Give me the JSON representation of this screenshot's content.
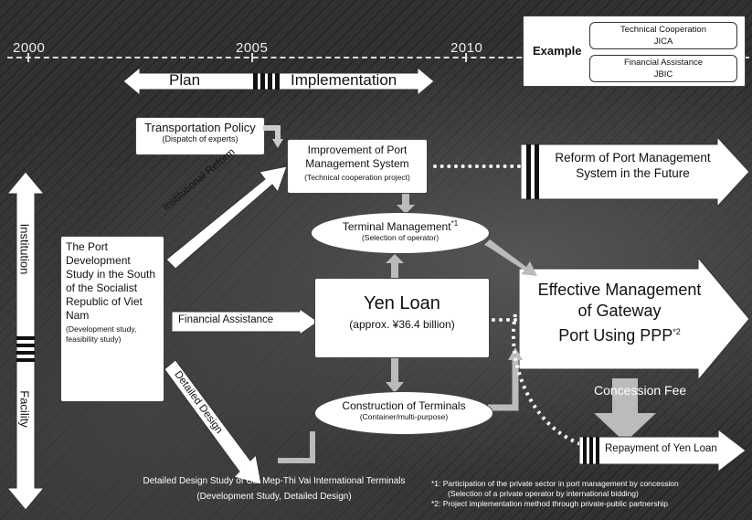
{
  "timeline": {
    "years": [
      "2000",
      "2005",
      "2010"
    ],
    "plan_label": "Plan",
    "implementation_label": "Implementation"
  },
  "legend": {
    "title": "Example",
    "technical": {
      "line1": "Technical Cooperation",
      "line2": "JICA"
    },
    "financial": {
      "line1": "Financial Assistance",
      "line2": "JBIC"
    }
  },
  "left_axis": {
    "top_label": "Institution",
    "bottom_label": "Facility"
  },
  "study_box": {
    "title": "The Port Development Study in the South of the Socialist Republic of Viet Nam",
    "sub": "(Development study, feasibility study)"
  },
  "transport_policy": {
    "title": "Transportation Policy",
    "sub": "(Dispatch of experts)"
  },
  "port_mgmt": {
    "title": "Improvement of Port Management System",
    "sub": "(Technical cooperation project)"
  },
  "reform_future": {
    "title": "Reform of Port Management System in the Future"
  },
  "terminal_mgmt": {
    "title": "Terminal Management",
    "mark": "*1",
    "sub": "(Selection of operator)"
  },
  "yen_loan": {
    "title": "Yen Loan",
    "sub": "(approx. ¥36.4 billion)"
  },
  "effective_mgmt": {
    "line1": "Effective Management",
    "line2": "of Gateway",
    "line3": "Port Using PPP",
    "mark": "*2"
  },
  "construction": {
    "title": "Construction of Terminals",
    "sub": "(Container/multi-purpose)"
  },
  "arrow_labels": {
    "institutional": "Institutional Reform",
    "financial": "Financial Assistance",
    "detailed": "Detailed Design"
  },
  "concession_fee": "Concession Fee",
  "repayment": "Repayment of Yen Loan",
  "detailed_study": {
    "line1": "Detailed Design Study of Cai Mep-Thi Vai International Terminals",
    "line2": "(Development Study, Detailed Design)"
  },
  "footnotes": {
    "n1": "*1: Participation of the private sector in port management by concession",
    "n1b": "(Selection of a private operator by international bidding)",
    "n2": "*2: Project implementation method through private-public partnership"
  }
}
